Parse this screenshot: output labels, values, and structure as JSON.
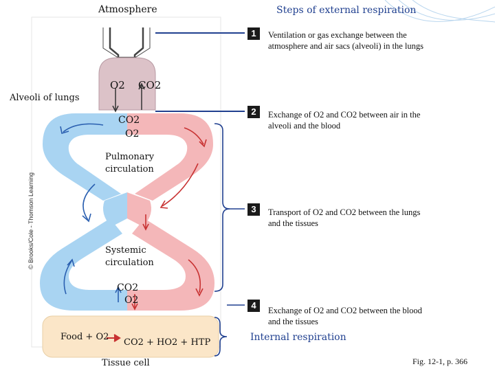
{
  "header": {
    "atmosphere": "Atmosphere",
    "steps_title": "Steps of external respiration"
  },
  "labels": {
    "alveoli": "Alveoli of lungs",
    "o2_top": "O2",
    "co2_top": "CO2",
    "co2_lung": "CO2",
    "o2_lung": "O2",
    "pulmonary": "Pulmonary",
    "circulation1": "circulation",
    "systemic": "Systemic",
    "circulation2": "circulation",
    "co2_tissue": "CO2",
    "o2_tissue": "O2",
    "food": "Food + O2",
    "equation": "CO2 + HO2 + HTP",
    "tissue_cell": "Tissue cell",
    "credit": "© Brooks/Cole - Thomson Learning"
  },
  "steps": [
    {
      "num": "1",
      "text": "Ventilation or gas exchange between the atmosphere and air sacs (alveoli) in the lungs"
    },
    {
      "num": "2",
      "text": "Exchange of O2 and CO2 between air in the alveoli and the blood"
    },
    {
      "num": "3",
      "text": "Transport of O2 and CO2 between the lungs and the tissues"
    },
    {
      "num": "4",
      "text": "Exchange of O2 and CO2 between the blood and the tissues"
    }
  ],
  "internal_label": "Internal respiration",
  "figure_ref": "Fig. 12-1, p. 366",
  "colors": {
    "blue_path": "#a9d4f2",
    "pink_path": "#f4b7b9",
    "alveolus": "#dcc2c8",
    "tissue": "#fbe6c8",
    "arrow_blue": "#2a5fb0",
    "arrow_red": "#c83232",
    "accent_line": "#1f3f8f"
  }
}
